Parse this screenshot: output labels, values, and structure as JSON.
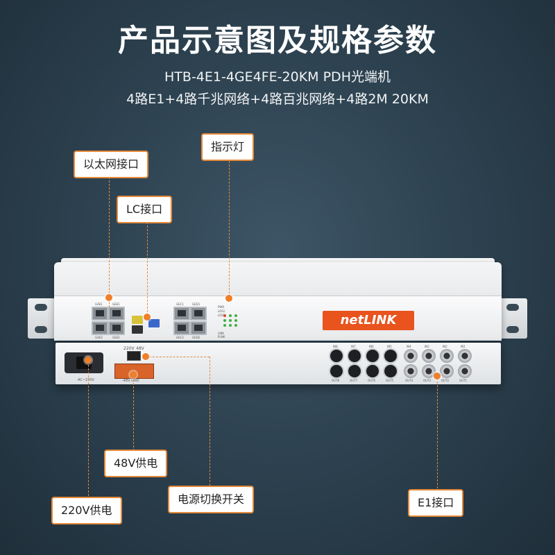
{
  "header": {
    "title": "产品示意图及规格参数",
    "model_line": "HTB-4E1-4GE4FE-20KM PDH光端机",
    "spec_line": "4路E1+4路千兆网络+4路百兆网络+4路2M 20KM"
  },
  "callouts": {
    "ethernet": "以太网接口",
    "lc": "LC接口",
    "indicator": "指示灯",
    "power48": "48V供电",
    "power220": "220V供电",
    "switch": "电源切换开关",
    "e1": "E1接口"
  },
  "device": {
    "brand": "netLINK",
    "front_port_labels": [
      "GAE1",
      "GEE1",
      "GAE2",
      "GEE2",
      "GEC1",
      "GED1",
      "GEC2",
      "GED2"
    ],
    "led_labels": [
      "PWR",
      "LOS1",
      "LOS2",
      "LINK",
      "PLNK"
    ],
    "rear_labels": {
      "ac": "AC~220V",
      "switch_left": "220V",
      "switch_right": "48V",
      "dc": "-48V GND",
      "e1_in": [
        "IN8",
        "IN7",
        "IN6",
        "IN5",
        "IN4",
        "IN3",
        "IN2",
        "IN1"
      ],
      "e1_out": [
        "OUT8",
        "OUT7",
        "OUT6",
        "OUT5",
        "OUT4",
        "OUT3",
        "OUT2",
        "OUT1"
      ]
    }
  },
  "colors": {
    "accent": "#e58a3a",
    "dot": "#f07f2a",
    "brand_bg": "#e8531e",
    "background": "#2b3f4d"
  }
}
